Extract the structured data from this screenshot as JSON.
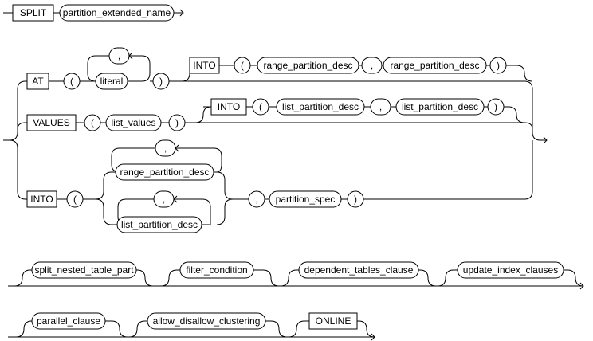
{
  "keywords": {
    "split": "SPLIT",
    "at": "AT",
    "values": "VALUES",
    "into": "INTO",
    "online": "ONLINE"
  },
  "punct": {
    "lparen": "(",
    "rparen": ")",
    "comma": ","
  },
  "nonterminals": {
    "partition_extended_name": "partition_extended_name",
    "literal": "literal",
    "range_partition_desc": "range_partition_desc",
    "list_values": "list_values",
    "list_partition_desc": "list_partition_desc",
    "partition_spec": "partition_spec",
    "split_nested_table_part": "split_nested_table_part",
    "filter_condition": "filter_condition",
    "dependent_tables_clause": "dependent_tables_clause",
    "update_index_clauses": "update_index_clauses",
    "parallel_clause": "parallel_clause",
    "allow_disallow_clustering": "allow_disallow_clustering"
  }
}
